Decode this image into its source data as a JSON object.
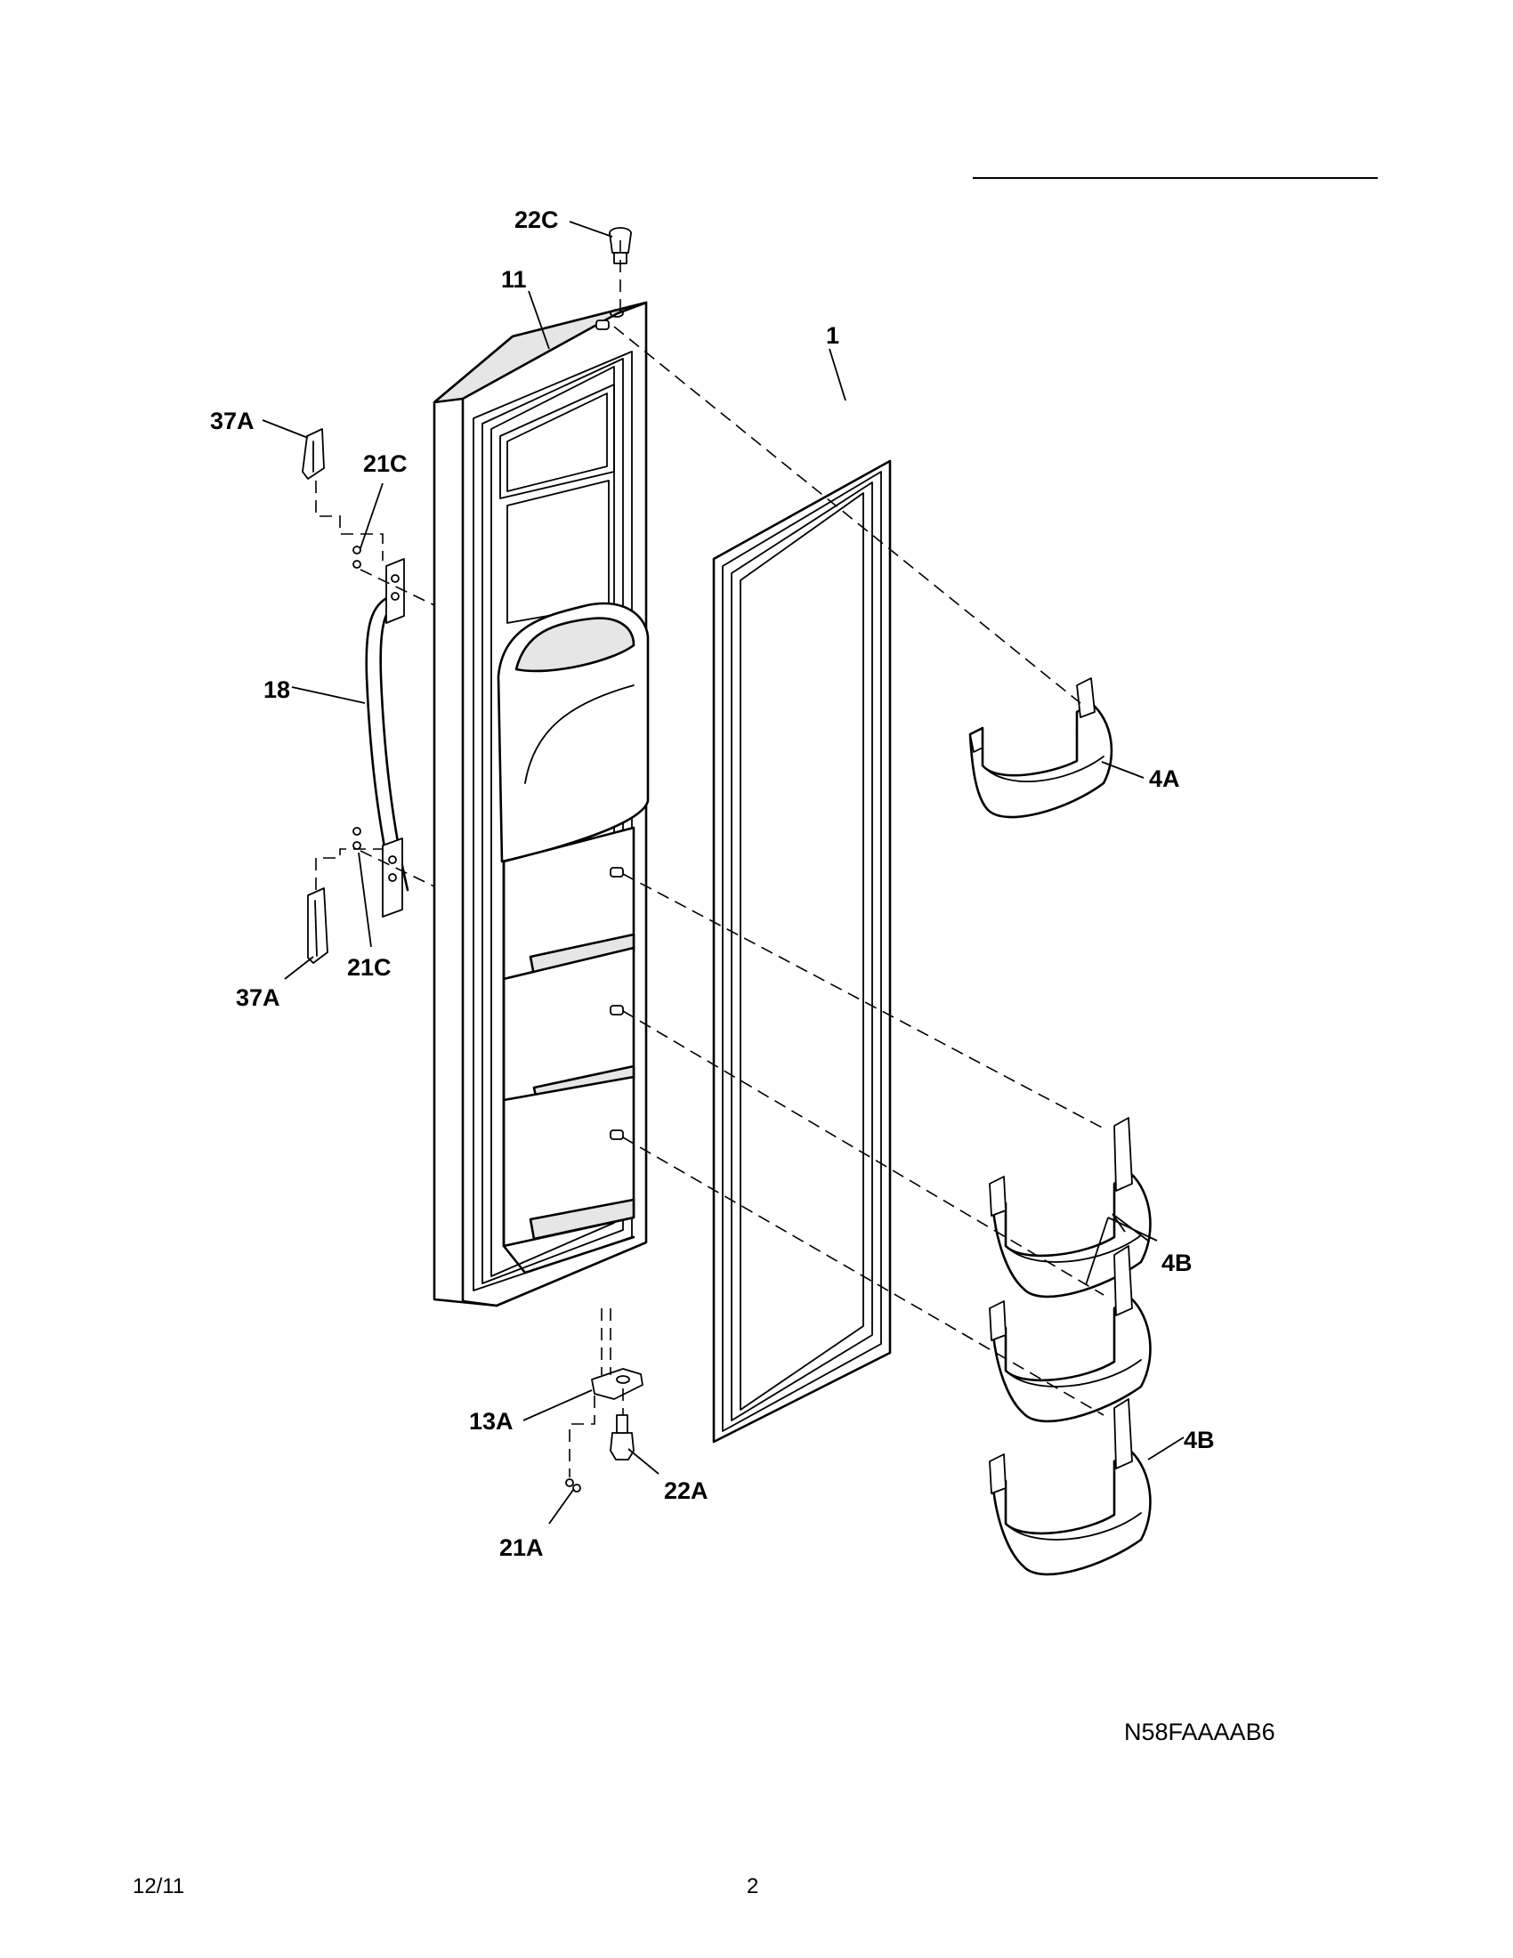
{
  "callouts": {
    "c22c": "22C",
    "c11": "11",
    "c37a_top": "37A",
    "c21c_top": "21C",
    "c1": "1",
    "c18": "18",
    "c4a": "4A",
    "c21c_bottom": "21C",
    "c37a_bottom": "37A",
    "c4b_top": "4B",
    "c13a": "13A",
    "c22a": "22A",
    "c4b_bottom": "4B",
    "c21a": "21A"
  },
  "illustration_code": "N58FAAAAB6",
  "footer": {
    "date": "12/11",
    "page": "2"
  }
}
